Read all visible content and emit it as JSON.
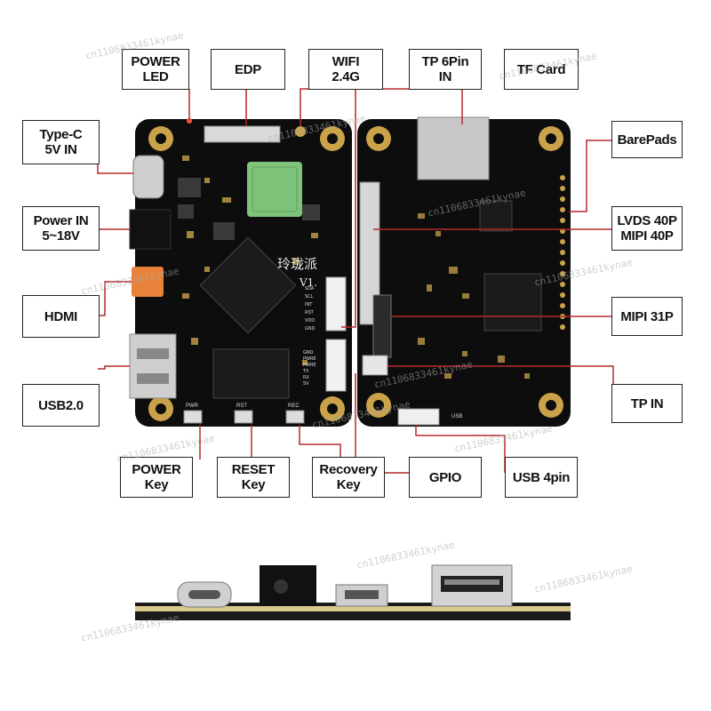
{
  "labels": {
    "power_led": [
      "POWER",
      "LED"
    ],
    "edp": [
      "EDP"
    ],
    "wifi": [
      "WIFI",
      "2.4G"
    ],
    "tp6pin": [
      "TP 6Pin",
      "IN"
    ],
    "tf_card": [
      "TF Card"
    ],
    "type_c": [
      "Type-C",
      "5V IN"
    ],
    "power_in": [
      "Power IN",
      "5~18V"
    ],
    "hdmi": [
      "HDMI"
    ],
    "usb20": [
      "USB2.0"
    ],
    "barepads": [
      "BarePads"
    ],
    "lvds_mipi": [
      "LVDS 40P",
      "MIPI  40P"
    ],
    "mipi31p": [
      "MIPI 31P"
    ],
    "tp_in": [
      "TP IN"
    ],
    "power_key": [
      "POWER",
      "Key"
    ],
    "reset_key": [
      "RESET",
      "Key"
    ],
    "recovery_key": [
      "Recovery",
      "Key"
    ],
    "gpio": [
      "GPIO"
    ],
    "usb4pin": [
      "USB 4pin"
    ]
  },
  "board": {
    "chip_text": "玲珑派",
    "version": "V1.",
    "pwr": "PWR",
    "rst": "RST",
    "rec": "REC",
    "usb": "USB",
    "gpio_pins": [
      "GND",
      "PWRE",
      "PWRE",
      "TX",
      "RX",
      "5V"
    ],
    "tp_pins": [
      "SDA",
      "SCL",
      "INT",
      "RST",
      "VDD",
      "GND"
    ]
  },
  "watermark": "cn1106833461kynae",
  "colors": {
    "pcb": "#0d0d0d",
    "line": "#b5292b",
    "gold": "#c9a24a",
    "wifi_module": "#7fc27a"
  }
}
